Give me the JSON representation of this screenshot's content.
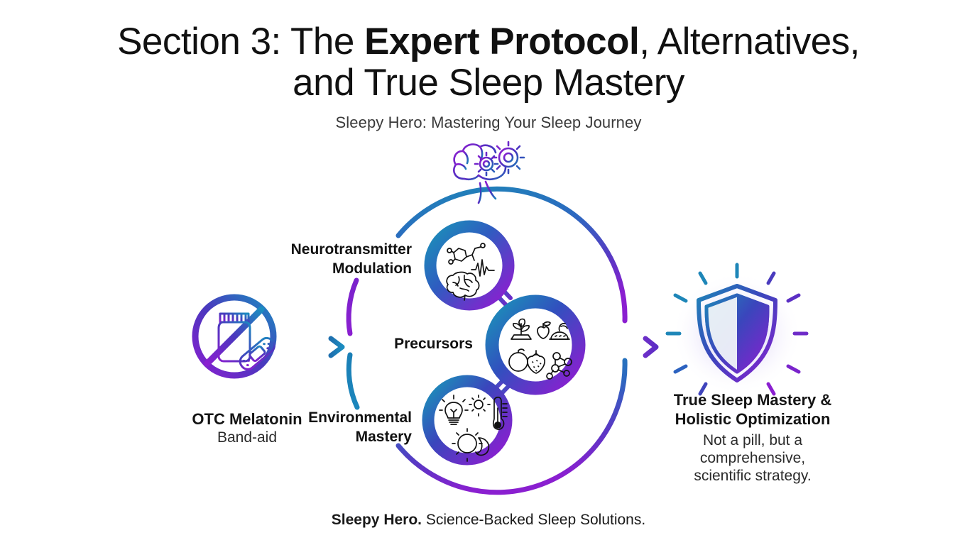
{
  "header": {
    "title_prefix": "Section 3: The ",
    "title_emphasis": "Expert Protocol",
    "title_suffix": ", Alternatives,",
    "title_line2": "and True Sleep Mastery",
    "subtitle": "Sleepy Hero: Mastering Your Sleep Journey"
  },
  "footer": {
    "brand": "Sleepy Hero.",
    "tagline": " Science-Backed Sleep Solutions."
  },
  "left_node": {
    "icon": "no-pills-bandaid-icon",
    "title": "OTC Melatonin",
    "subtitle": "Band-aid"
  },
  "right_node": {
    "icon": "shield-glow-icon",
    "title_line1": "True Sleep Mastery &",
    "title_line2": "Holistic Optimization",
    "sub_line1": "Not a pill, but a",
    "sub_line2": "comprehensive,",
    "sub_line3": "scientific strategy."
  },
  "center": {
    "crown_icon": "brain-gears-icon",
    "pillars": [
      {
        "id": "neurotransmitter",
        "label_line1": "Neurotransmitter",
        "label_line2": "Modulation",
        "icon": "molecule-ekg-brain-icon"
      },
      {
        "id": "precursors",
        "label_line1": "Precursors",
        "label_line2": "",
        "icon": "plant-fruit-molecule-icon"
      },
      {
        "id": "environmental",
        "label_line1": "Environmental",
        "label_line2": "Mastery",
        "icon": "bulb-sun-thermometer-moon-icon"
      }
    ]
  },
  "connectors": {
    "left_arrow": "arrow-right-blue",
    "right_arrow": "arrow-right-purple",
    "bracket": "vertical-bracket-arc"
  },
  "colors": {
    "blue": "#1B72B0",
    "teal": "#1E86B4",
    "indigo": "#3A46B4",
    "violet": "#6E2BC4",
    "purple": "#8A1FD0",
    "deep_purple": "#5B2BC6",
    "ink": "#111111",
    "background": "#FFFFFF"
  }
}
